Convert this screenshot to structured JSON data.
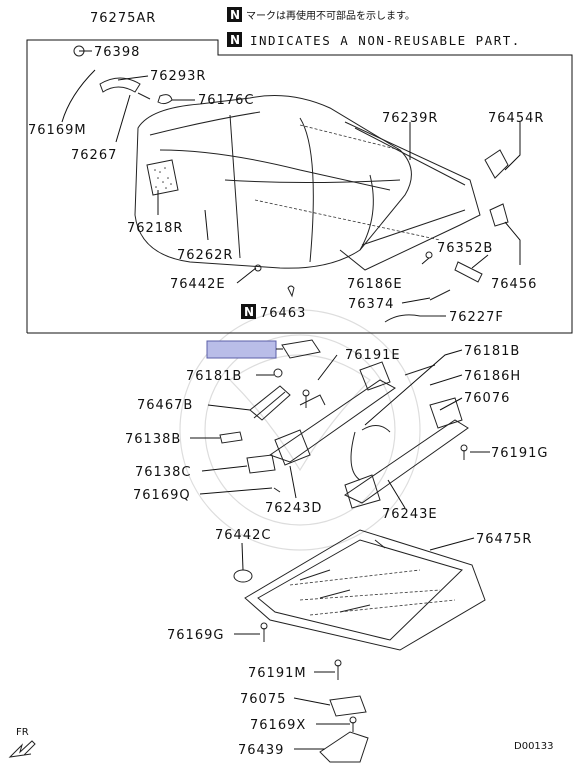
{
  "legend": {
    "badge": "N",
    "japanese": "マークは再使用不可部品を示します。",
    "english": "INDICATES A NON-REUSABLE PART."
  },
  "footer": {
    "front_label": "FR",
    "diagram_code": "D00133"
  },
  "colors": {
    "ink": "#111111",
    "highlight_fill": "#b9bde8",
    "highlight_border": "#5b5fa8"
  },
  "parts": {
    "p76275AR": "76275AR",
    "p76398": "76398",
    "p76293R": "76293R",
    "p76176C": "76176C",
    "p76169M": "76169M",
    "p76267": "76267",
    "p76239R": "76239R",
    "p76454R": "76454R",
    "p76218R": "76218R",
    "p76262R": "76262R",
    "p76352B": "76352B",
    "p76186E": "76186E",
    "p76456": "76456",
    "p76442E": "76442E",
    "p76374": "76374",
    "p76227F": "76227F",
    "p76463": "76463",
    "p76191E": "76191E",
    "p76181B_right": "76181B",
    "p76181B_left": "76181B",
    "p76186H": "76186H",
    "p76467B": "76467B",
    "p76076": "76076",
    "p76138B": "76138B",
    "p76191G": "76191G",
    "p76138C": "76138C",
    "p76169Q": "76169Q",
    "p76243D": "76243D",
    "p76243E": "76243E",
    "p76442C": "76442C",
    "p76475R": "76475R",
    "p76169G": "76169G",
    "p76191M": "76191M",
    "p76075": "76075",
    "p76169X": "76169X",
    "p76439": "76439"
  }
}
